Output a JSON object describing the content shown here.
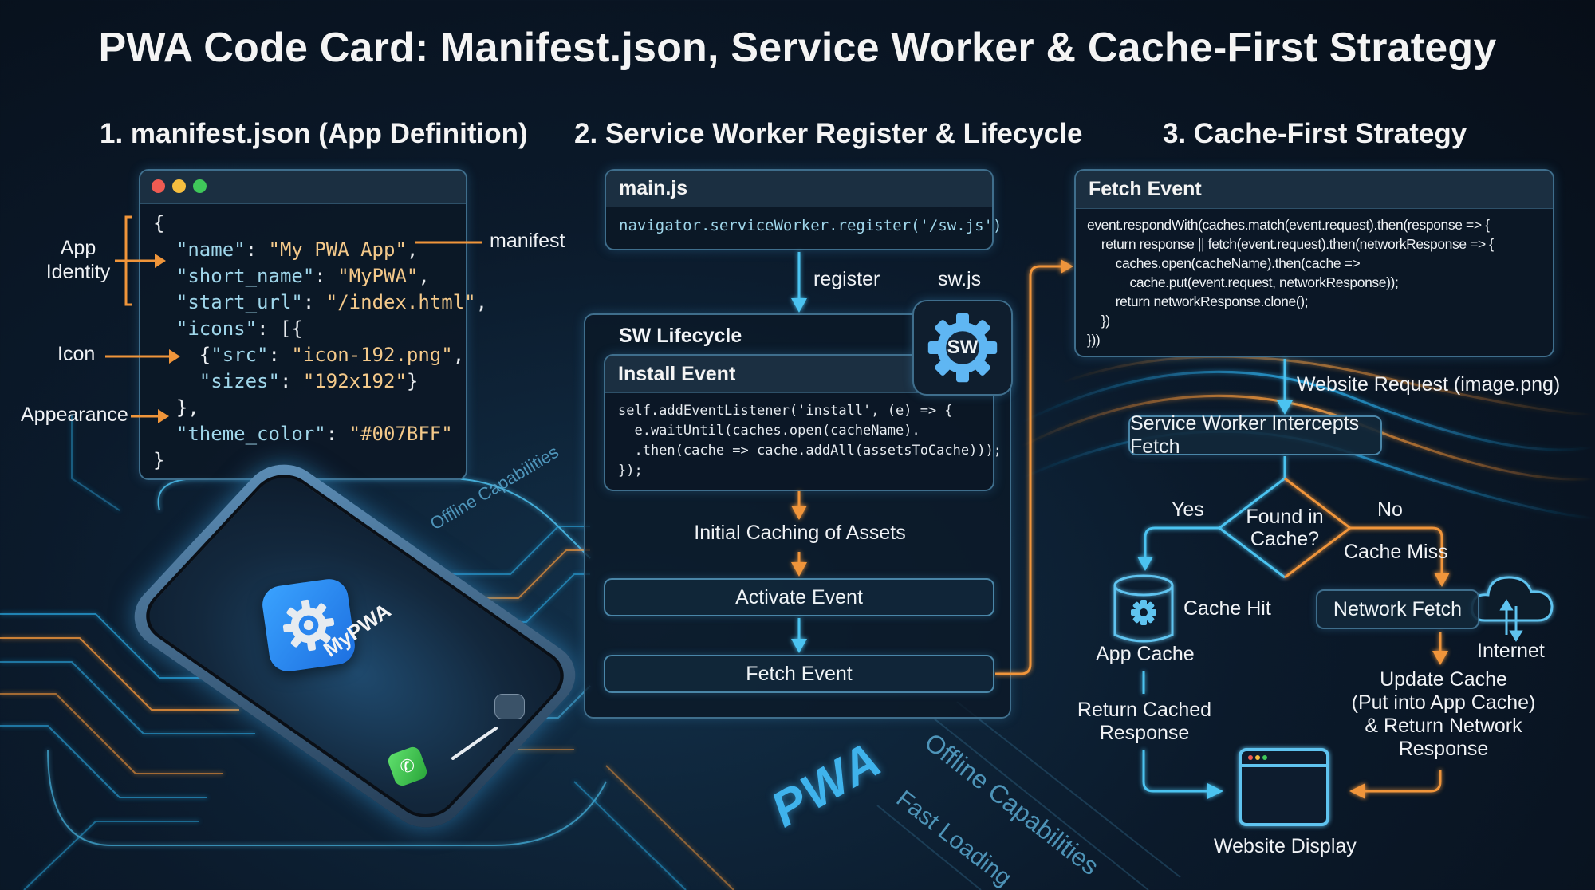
{
  "title": "PWA Code Card: Manifest.json, Service Worker & Cache-First Strategy",
  "colors": {
    "accent_blue": "#4cc3f0",
    "accent_orange": "#f0953a",
    "background": "#0b1a2b",
    "code_key": "#9fd6ea",
    "code_value": "#f4c98a",
    "window_red": "#ef5b52",
    "window_yellow": "#f5be3f",
    "window_green": "#3fc75a"
  },
  "sections": [
    {
      "title": "1. manifest.json (App Definition)"
    },
    {
      "title": "2. Service Worker Register & Lifecycle"
    },
    {
      "title": "3. Cache-First Strategy"
    }
  ],
  "manifest": {
    "window_dots": [
      "close-dot",
      "minimize-dot",
      "maximize-dot"
    ],
    "lines": [
      {
        "indent": 0,
        "parts": [
          {
            "t": "{",
            "c": "punc"
          }
        ]
      },
      {
        "indent": 1,
        "parts": [
          {
            "t": "\"name\"",
            "c": "key"
          },
          {
            "t": ": ",
            "c": "punc"
          },
          {
            "t": "\"My PWA App\"",
            "c": "val"
          },
          {
            "t": ",",
            "c": "punc"
          }
        ]
      },
      {
        "indent": 1,
        "parts": [
          {
            "t": "\"short_name\"",
            "c": "key"
          },
          {
            "t": ": ",
            "c": "punc"
          },
          {
            "t": "\"MyPWA\"",
            "c": "val"
          },
          {
            "t": ",",
            "c": "punc"
          }
        ]
      },
      {
        "indent": 1,
        "parts": [
          {
            "t": "\"start_url\"",
            "c": "key"
          },
          {
            "t": ": ",
            "c": "punc"
          },
          {
            "t": "\"/index.html\"",
            "c": "val"
          },
          {
            "t": ",",
            "c": "punc"
          }
        ]
      },
      {
        "indent": 1,
        "parts": [
          {
            "t": "\"icons\"",
            "c": "key"
          },
          {
            "t": ": [{",
            "c": "punc"
          }
        ]
      },
      {
        "indent": 2,
        "parts": [
          {
            "t": "{",
            "c": "punc"
          },
          {
            "t": "\"src\"",
            "c": "key"
          },
          {
            "t": ": ",
            "c": "punc"
          },
          {
            "t": "\"icon-192.png\"",
            "c": "val"
          },
          {
            "t": ",",
            "c": "punc"
          }
        ]
      },
      {
        "indent": 2,
        "parts": [
          {
            "t": "\"sizes\"",
            "c": "key"
          },
          {
            "t": ": ",
            "c": "punc"
          },
          {
            "t": "\"192x192\"",
            "c": "val"
          },
          {
            "t": "}",
            "c": "punc"
          }
        ]
      },
      {
        "indent": 1,
        "parts": [
          {
            "t": "},",
            "c": "punc"
          }
        ]
      },
      {
        "indent": 1,
        "parts": [
          {
            "t": "\"theme_color\"",
            "c": "key"
          },
          {
            "t": ": ",
            "c": "punc"
          },
          {
            "t": "\"#007BFF\"",
            "c": "val"
          }
        ]
      },
      {
        "indent": 0,
        "parts": [
          {
            "t": "}",
            "c": "punc"
          }
        ]
      }
    ],
    "annotations": {
      "app_identity": "App\nIdentity",
      "icon": "Icon",
      "appearance": "Appearance",
      "manifest": "manifest"
    }
  },
  "phone": {
    "app_label": "MyPWA"
  },
  "service_worker": {
    "main_js": {
      "header": "main.js",
      "code": "navigator.serviceWorker.register('/sw.js')"
    },
    "register_label": "register",
    "sw_file_label": "sw.js",
    "sw_badge": "SW",
    "lifecycle": {
      "header": "SW Lifecycle",
      "install": {
        "header": "Install Event",
        "code": [
          "self.addEventListener('install', (e) => {",
          "  e.waitUntil(caches.open(cacheName).",
          "  .then(cache => cache.addAll(assetsToCache)));",
          "});"
        ]
      },
      "initial_caching": "Initial Caching of Assets",
      "activate": "Activate Event",
      "fetch": "Fetch Event"
    }
  },
  "cache_first": {
    "fetch_event": {
      "header": "Fetch Event",
      "code": [
        "event.respondWith(caches.match(event.request).then(response => {",
        "    return response || fetch(event.request).then(networkResponse => {",
        "        caches.open(cacheName).then(cache =>",
        "            cache.put(event.request, networkResponse));",
        "        return networkResponse.clone();",
        "    })",
        "}))"
      ]
    },
    "website_request": "Website Request (image.png)",
    "intercept": "Service Worker Intercepts Fetch",
    "decision": "Found in\nCache?",
    "yes": "Yes",
    "no": "No",
    "cache_miss": "Cache Miss",
    "cache_hit": "Cache Hit",
    "app_cache": "App Cache",
    "network_fetch": "Network Fetch",
    "internet": "Internet",
    "return_cached": "Return Cached\nResponse",
    "update_cache": "Update Cache\n(Put into App Cache)\n& Return Network\nResponse",
    "website_display": "Website Display"
  },
  "background_labels": {
    "offline_1": "Offline Capabilities",
    "offline_2": "Offline Capabilities",
    "fast_loading": "Fast Loading",
    "pwa_logo": "PWA"
  }
}
